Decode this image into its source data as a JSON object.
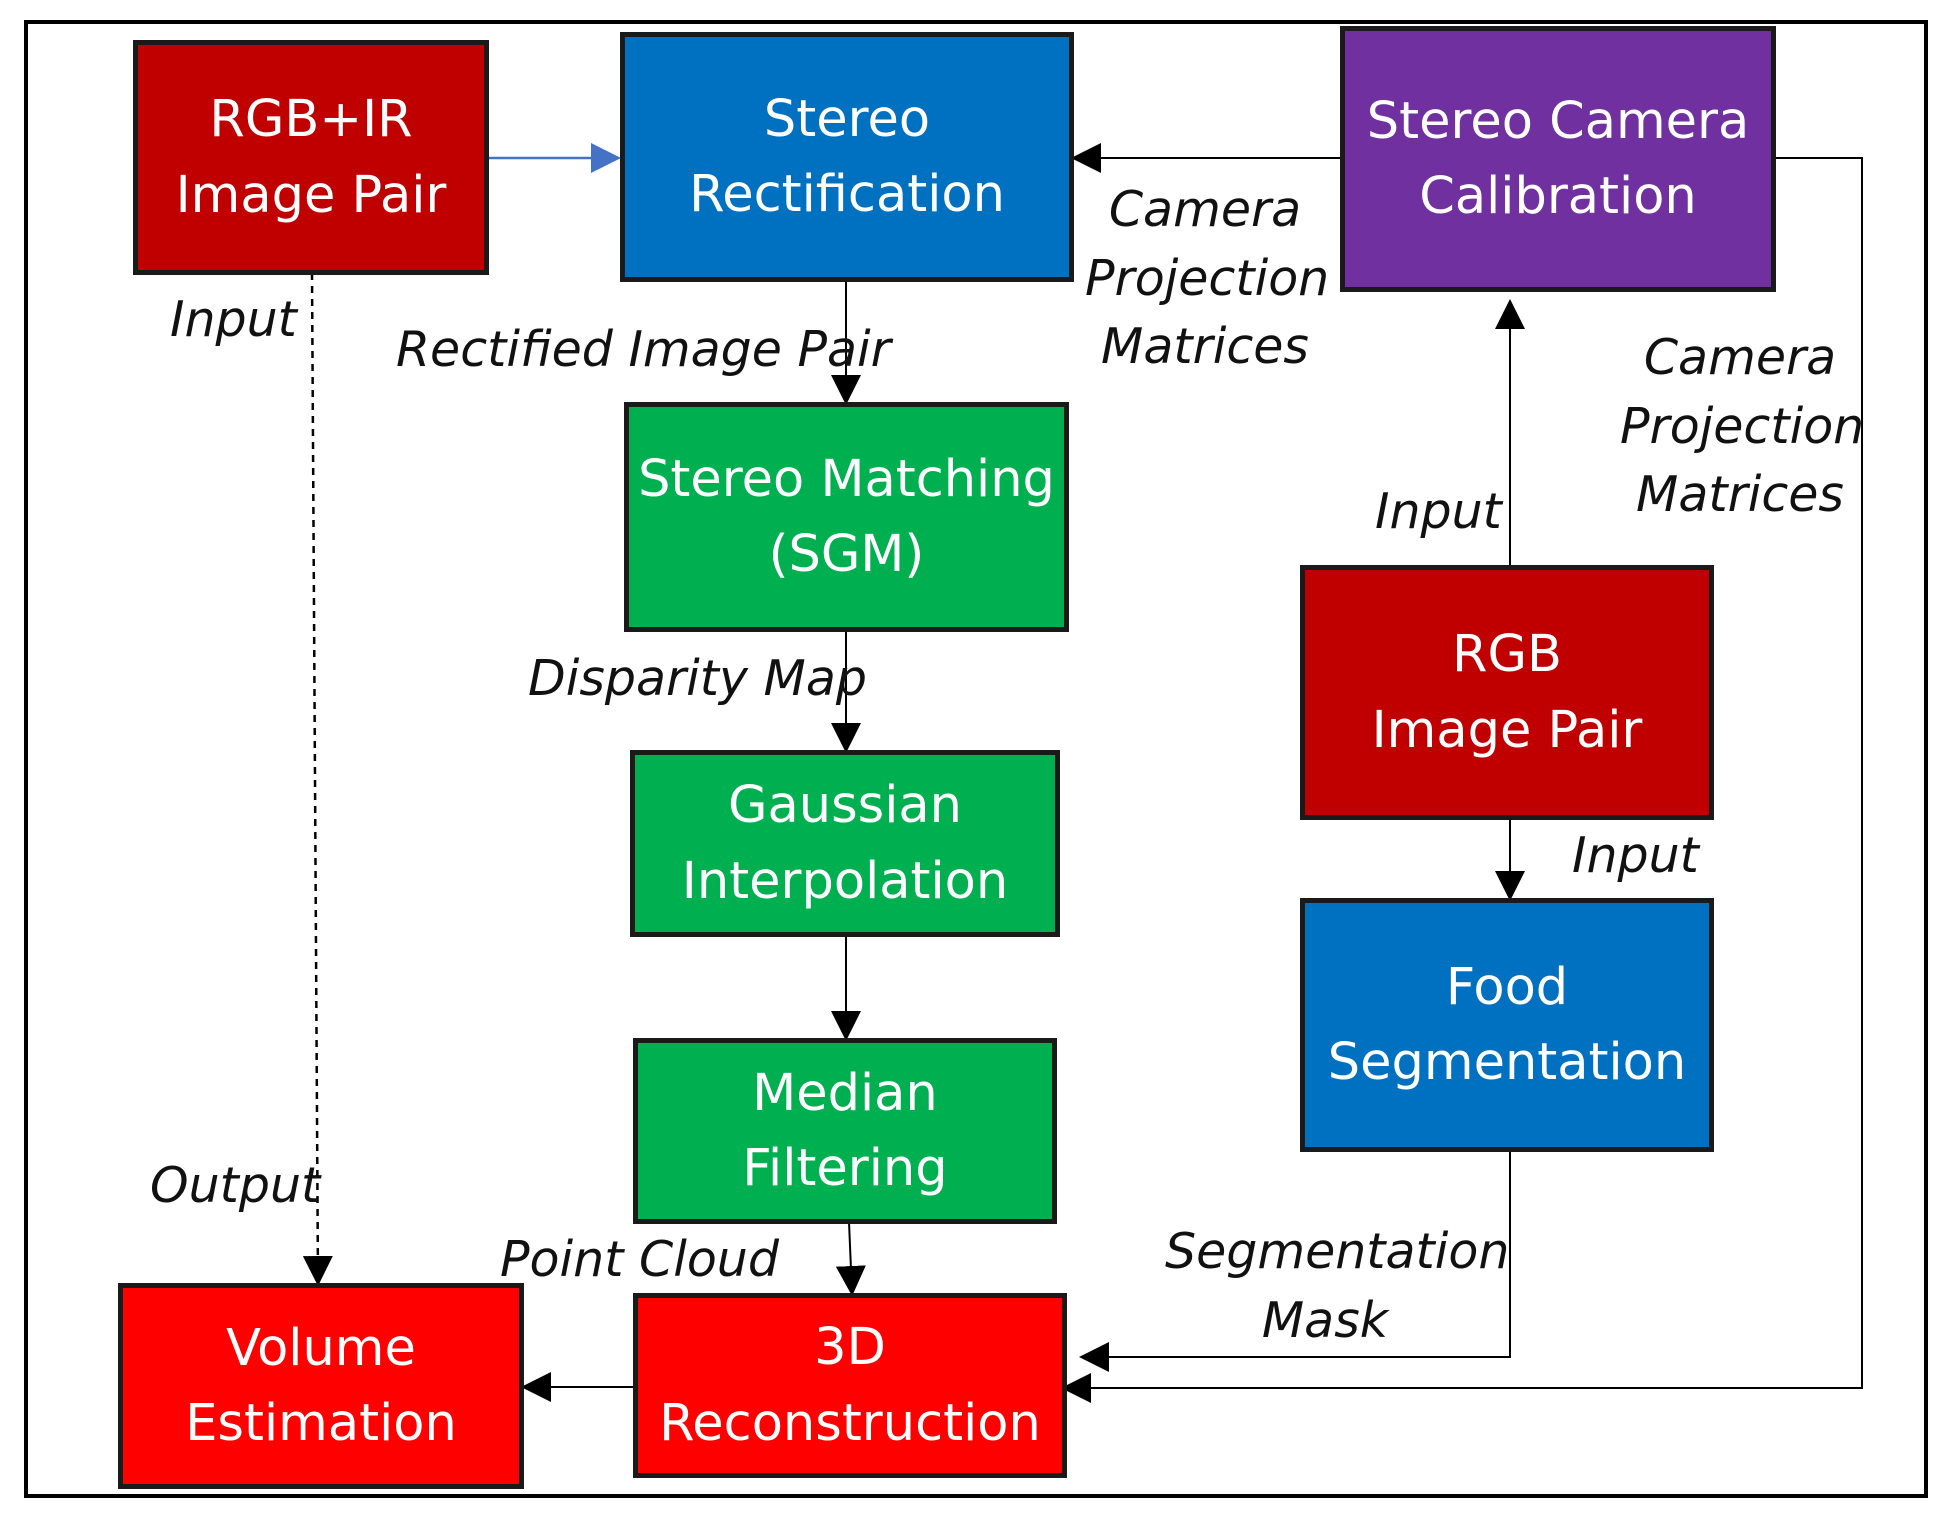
{
  "colors": {
    "input": "#c00000",
    "blue": "#0070c0",
    "green": "#00b050",
    "output": "#ff0000",
    "purple": "#7030a0",
    "input_arrow": "#4472c4"
  },
  "nodes": {
    "rgb_ir": {
      "line1": "RGB+IR",
      "line2": "Image Pair"
    },
    "rectification": {
      "line1": "Stereo",
      "line2": "Rectification"
    },
    "calibration": {
      "line1": "Stereo Camera",
      "line2": "Calibration"
    },
    "matching": {
      "line1": "Stereo Matching",
      "line2": "(SGM)"
    },
    "gaussian": {
      "line1": "Gaussian",
      "line2": "Interpolation"
    },
    "median": {
      "line1": "Median",
      "line2": "Filtering"
    },
    "reconstruction": {
      "line1": "3D",
      "line2": "Reconstruction"
    },
    "volume": {
      "line1": "Volume",
      "line2": "Estimation"
    },
    "rgb": {
      "line1": "RGB",
      "line2": "Image Pair"
    },
    "segmentation": {
      "line1": "Food",
      "line2": "Segmentation"
    }
  },
  "edges": {
    "input_left": "Input",
    "rectified_pair": "Rectified Image Pair",
    "proj_matrices_top": {
      "line1": "Camera",
      "line2": "Projection",
      "line3": "Matrices"
    },
    "proj_matrices_right": {
      "line1": "Camera",
      "line2": "Projection",
      "line3": "Matrices"
    },
    "input_calib": "Input",
    "disparity_map": "Disparity Map",
    "input_seg": "Input",
    "output": "Output",
    "point_cloud": "Point Cloud",
    "seg_mask": {
      "line1": "Segmentation",
      "line2": "Mask"
    }
  }
}
